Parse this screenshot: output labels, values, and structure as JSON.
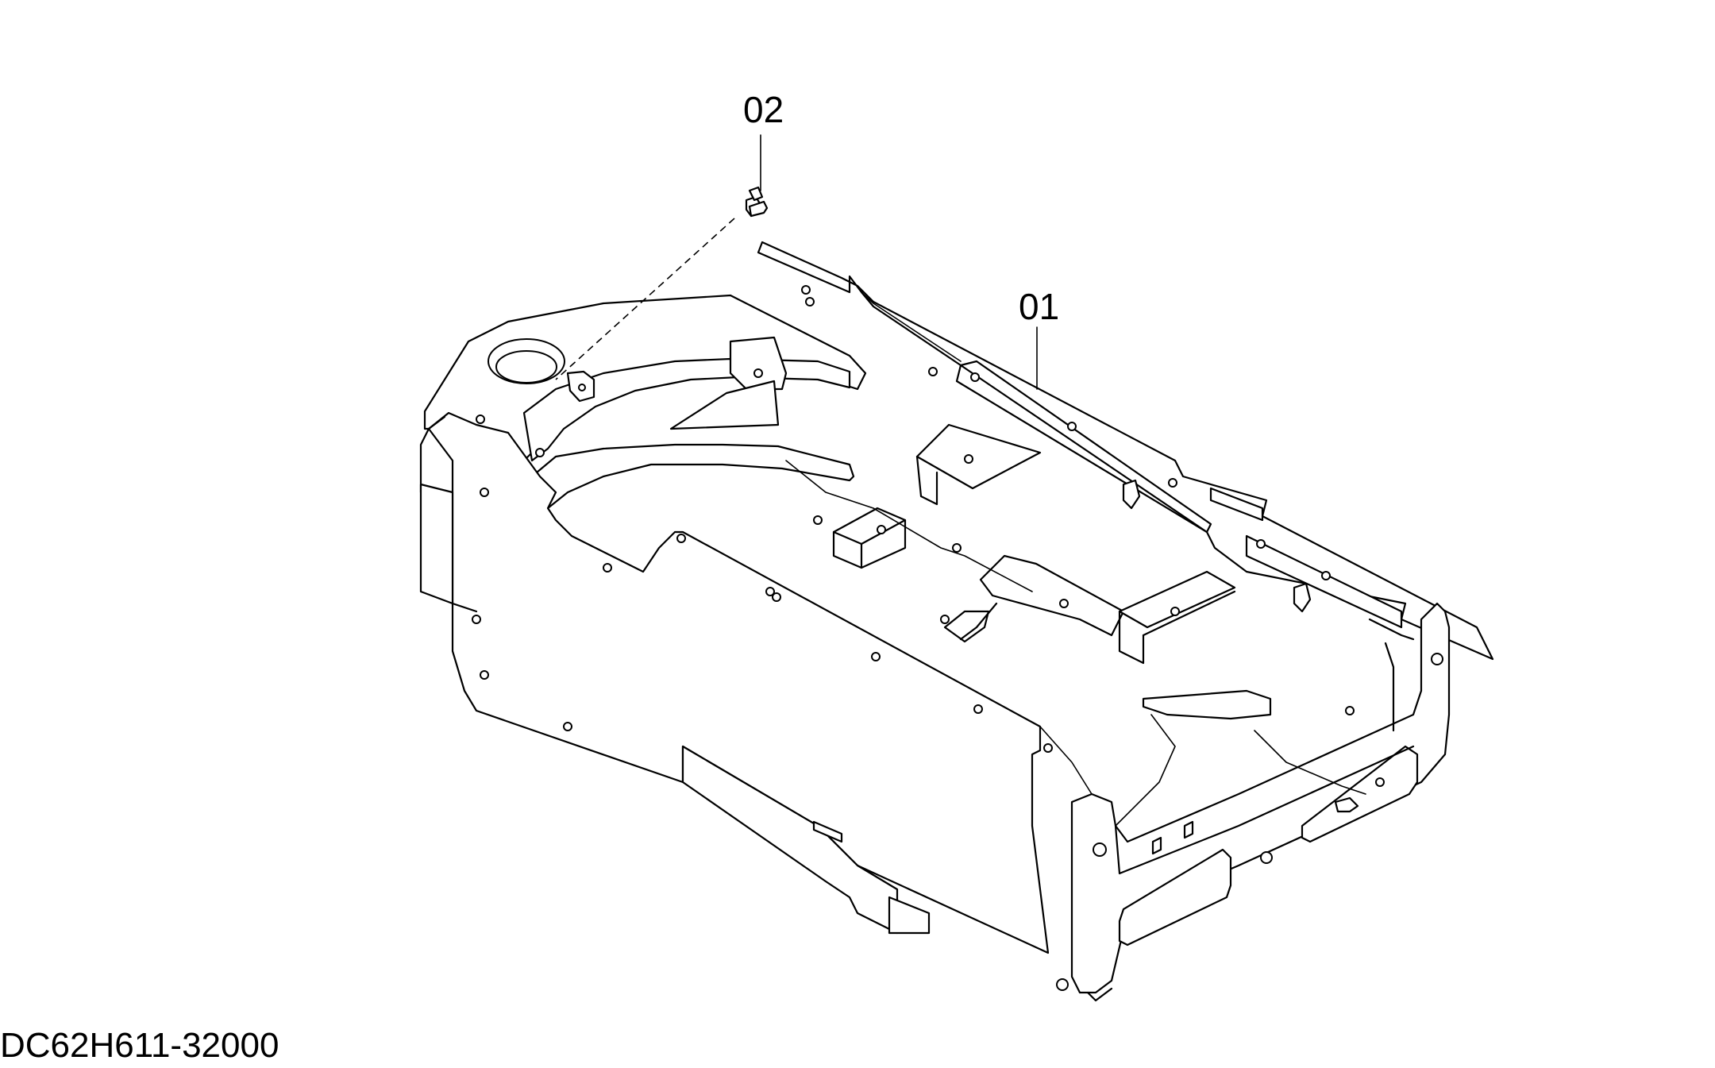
{
  "callouts": [
    {
      "id": "frame",
      "label": "01"
    },
    {
      "id": "grease-nipple",
      "label": "02"
    }
  ],
  "drawing_number": "DC62H611-32000"
}
